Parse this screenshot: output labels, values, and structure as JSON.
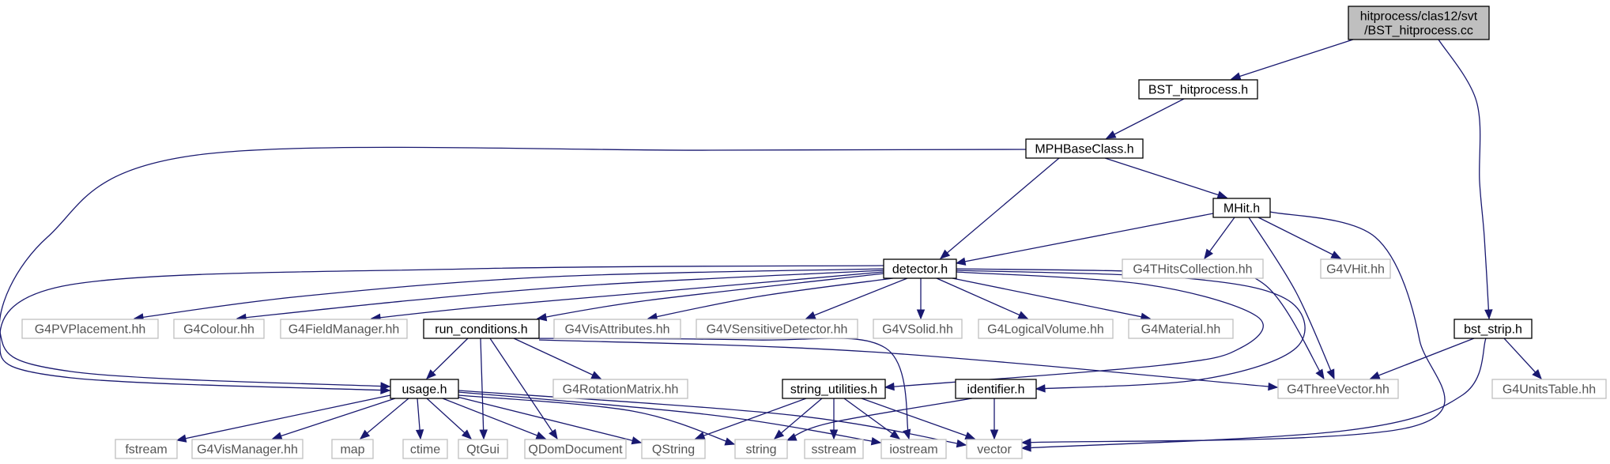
{
  "diagram": {
    "nodes": [
      {
        "id": "root",
        "lines": [
          "hitprocess/clas12/svt",
          "/BST_hitprocess.cc"
        ],
        "kind": "root"
      },
      {
        "id": "bst_hitprocess",
        "lines": [
          "BST_hitprocess.h"
        ],
        "kind": "documented"
      },
      {
        "id": "mphbaseclass",
        "lines": [
          "MPHBaseClass.h"
        ],
        "kind": "documented"
      },
      {
        "id": "mhit",
        "lines": [
          "MHit.h"
        ],
        "kind": "documented"
      },
      {
        "id": "detector",
        "lines": [
          "detector.h"
        ],
        "kind": "documented"
      },
      {
        "id": "g4thitscollection",
        "lines": [
          "G4THitsCollection.hh"
        ],
        "kind": "external"
      },
      {
        "id": "g4vhit",
        "lines": [
          "G4VHit.hh"
        ],
        "kind": "external"
      },
      {
        "id": "g4pvplacement",
        "lines": [
          "G4PVPlacement.hh"
        ],
        "kind": "external"
      },
      {
        "id": "g4colour",
        "lines": [
          "G4Colour.hh"
        ],
        "kind": "external"
      },
      {
        "id": "g4fieldmanager",
        "lines": [
          "G4FieldManager.hh"
        ],
        "kind": "external"
      },
      {
        "id": "run_conditions",
        "lines": [
          "run_conditions.h"
        ],
        "kind": "documented"
      },
      {
        "id": "g4visattributes",
        "lines": [
          "G4VisAttributes.hh"
        ],
        "kind": "external"
      },
      {
        "id": "g4vsensitivedetector",
        "lines": [
          "G4VSensitiveDetector.hh"
        ],
        "kind": "external"
      },
      {
        "id": "g4vsolid",
        "lines": [
          "G4VSolid.hh"
        ],
        "kind": "external"
      },
      {
        "id": "g4logicalvolume",
        "lines": [
          "G4LogicalVolume.hh"
        ],
        "kind": "external"
      },
      {
        "id": "g4material",
        "lines": [
          "G4Material.hh"
        ],
        "kind": "external"
      },
      {
        "id": "bst_strip",
        "lines": [
          "bst_strip.h"
        ],
        "kind": "documented"
      },
      {
        "id": "usage",
        "lines": [
          "usage.h"
        ],
        "kind": "documented"
      },
      {
        "id": "g4rotationmatrix",
        "lines": [
          "G4RotationMatrix.hh"
        ],
        "kind": "external"
      },
      {
        "id": "string_utilities",
        "lines": [
          "string_utilities.h"
        ],
        "kind": "documented"
      },
      {
        "id": "identifier",
        "lines": [
          "identifier.h"
        ],
        "kind": "documented"
      },
      {
        "id": "g4threevector",
        "lines": [
          "G4ThreeVector.hh"
        ],
        "kind": "external"
      },
      {
        "id": "g4unitstable",
        "lines": [
          "G4UnitsTable.hh"
        ],
        "kind": "external"
      },
      {
        "id": "fstream",
        "lines": [
          "fstream"
        ],
        "kind": "external"
      },
      {
        "id": "g4vismanager",
        "lines": [
          "G4VisManager.hh"
        ],
        "kind": "external"
      },
      {
        "id": "map",
        "lines": [
          "map"
        ],
        "kind": "external"
      },
      {
        "id": "ctime",
        "lines": [
          "ctime"
        ],
        "kind": "external"
      },
      {
        "id": "qtgui",
        "lines": [
          "QtGui"
        ],
        "kind": "external"
      },
      {
        "id": "qdomdocument",
        "lines": [
          "QDomDocument"
        ],
        "kind": "external"
      },
      {
        "id": "qstring",
        "lines": [
          "QString"
        ],
        "kind": "external"
      },
      {
        "id": "string",
        "lines": [
          "string"
        ],
        "kind": "external"
      },
      {
        "id": "sstream",
        "lines": [
          "sstream"
        ],
        "kind": "external"
      },
      {
        "id": "iostream",
        "lines": [
          "iostream"
        ],
        "kind": "external"
      },
      {
        "id": "vector",
        "lines": [
          "vector"
        ],
        "kind": "external"
      }
    ],
    "edges": [
      {
        "from": "root",
        "to": "bst_hitprocess"
      },
      {
        "from": "root",
        "to": "bst_strip"
      },
      {
        "from": "bst_hitprocess",
        "to": "mphbaseclass"
      },
      {
        "from": "mphbaseclass",
        "to": "mhit"
      },
      {
        "from": "mphbaseclass",
        "to": "detector"
      },
      {
        "from": "mphbaseclass",
        "to": "usage"
      },
      {
        "from": "mhit",
        "to": "detector"
      },
      {
        "from": "mhit",
        "to": "g4thitscollection"
      },
      {
        "from": "mhit",
        "to": "g4vhit"
      },
      {
        "from": "mhit",
        "to": "g4threevector"
      },
      {
        "from": "mhit",
        "to": "vector"
      },
      {
        "from": "detector",
        "to": "g4pvplacement"
      },
      {
        "from": "detector",
        "to": "g4colour"
      },
      {
        "from": "detector",
        "to": "g4fieldmanager"
      },
      {
        "from": "detector",
        "to": "run_conditions"
      },
      {
        "from": "detector",
        "to": "g4visattributes"
      },
      {
        "from": "detector",
        "to": "g4vsensitivedetector"
      },
      {
        "from": "detector",
        "to": "g4vsolid"
      },
      {
        "from": "detector",
        "to": "g4logicalvolume"
      },
      {
        "from": "detector",
        "to": "g4material"
      },
      {
        "from": "detector",
        "to": "g4threevector"
      },
      {
        "from": "detector",
        "to": "string_utilities"
      },
      {
        "from": "detector",
        "to": "identifier"
      },
      {
        "from": "detector",
        "to": "usage"
      },
      {
        "from": "run_conditions",
        "to": "usage"
      },
      {
        "from": "run_conditions",
        "to": "g4rotationmatrix"
      },
      {
        "from": "run_conditions",
        "to": "qtgui"
      },
      {
        "from": "run_conditions",
        "to": "qdomdocument"
      },
      {
        "from": "run_conditions",
        "to": "iostream"
      },
      {
        "from": "run_conditions",
        "to": "g4threevector"
      },
      {
        "from": "usage",
        "to": "fstream"
      },
      {
        "from": "usage",
        "to": "g4vismanager"
      },
      {
        "from": "usage",
        "to": "map"
      },
      {
        "from": "usage",
        "to": "ctime"
      },
      {
        "from": "usage",
        "to": "qtgui"
      },
      {
        "from": "usage",
        "to": "qdomdocument"
      },
      {
        "from": "usage",
        "to": "qstring"
      },
      {
        "from": "usage",
        "to": "string"
      },
      {
        "from": "usage",
        "to": "iostream"
      },
      {
        "from": "usage",
        "to": "vector"
      },
      {
        "from": "string_utilities",
        "to": "qstring"
      },
      {
        "from": "string_utilities",
        "to": "string"
      },
      {
        "from": "string_utilities",
        "to": "sstream"
      },
      {
        "from": "string_utilities",
        "to": "iostream"
      },
      {
        "from": "string_utilities",
        "to": "vector"
      },
      {
        "from": "identifier",
        "to": "string"
      },
      {
        "from": "identifier",
        "to": "vector"
      },
      {
        "from": "bst_strip",
        "to": "g4threevector"
      },
      {
        "from": "bst_strip",
        "to": "g4unitstable"
      },
      {
        "from": "bst_strip",
        "to": "vector"
      }
    ],
    "colors": {
      "edge": "#191970",
      "root_fill": "#bfbfbf",
      "root_border": "#000000",
      "documented_border": "#000000",
      "external_border": "#bfbfbf",
      "external_text": "#555555",
      "text": "#000000"
    }
  }
}
